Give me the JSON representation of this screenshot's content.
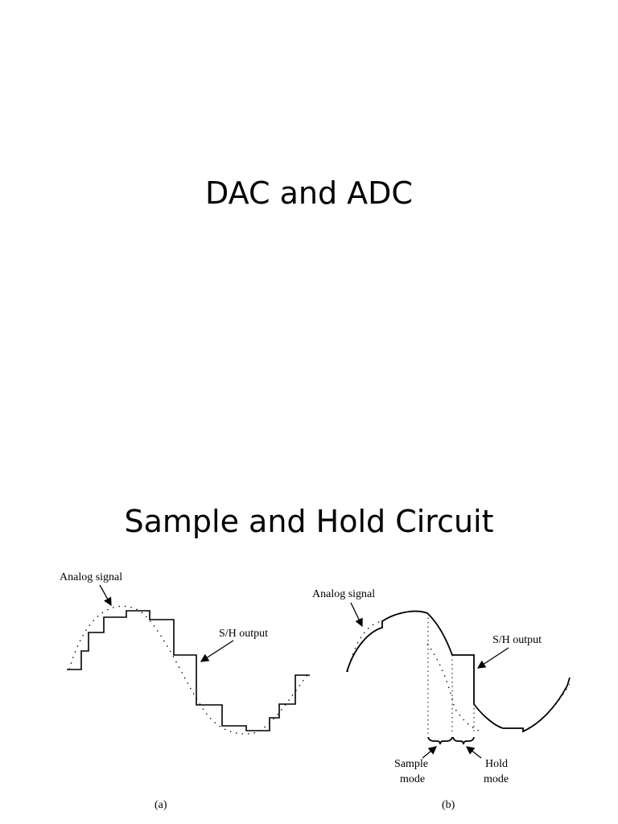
{
  "slide1": {
    "title": "DAC and ADC"
  },
  "slide2": {
    "title": "Sample and Hold Circuit",
    "figure_a": {
      "label_analog": "Analog signal",
      "label_output": "S/H output",
      "caption": "(a)"
    },
    "figure_b": {
      "label_analog": "Analog signal",
      "label_output": "S/H output",
      "label_sample_1": "Sample",
      "label_sample_2": "mode",
      "label_hold_1": "Hold",
      "label_hold_2": "mode",
      "caption": "(b)"
    }
  }
}
